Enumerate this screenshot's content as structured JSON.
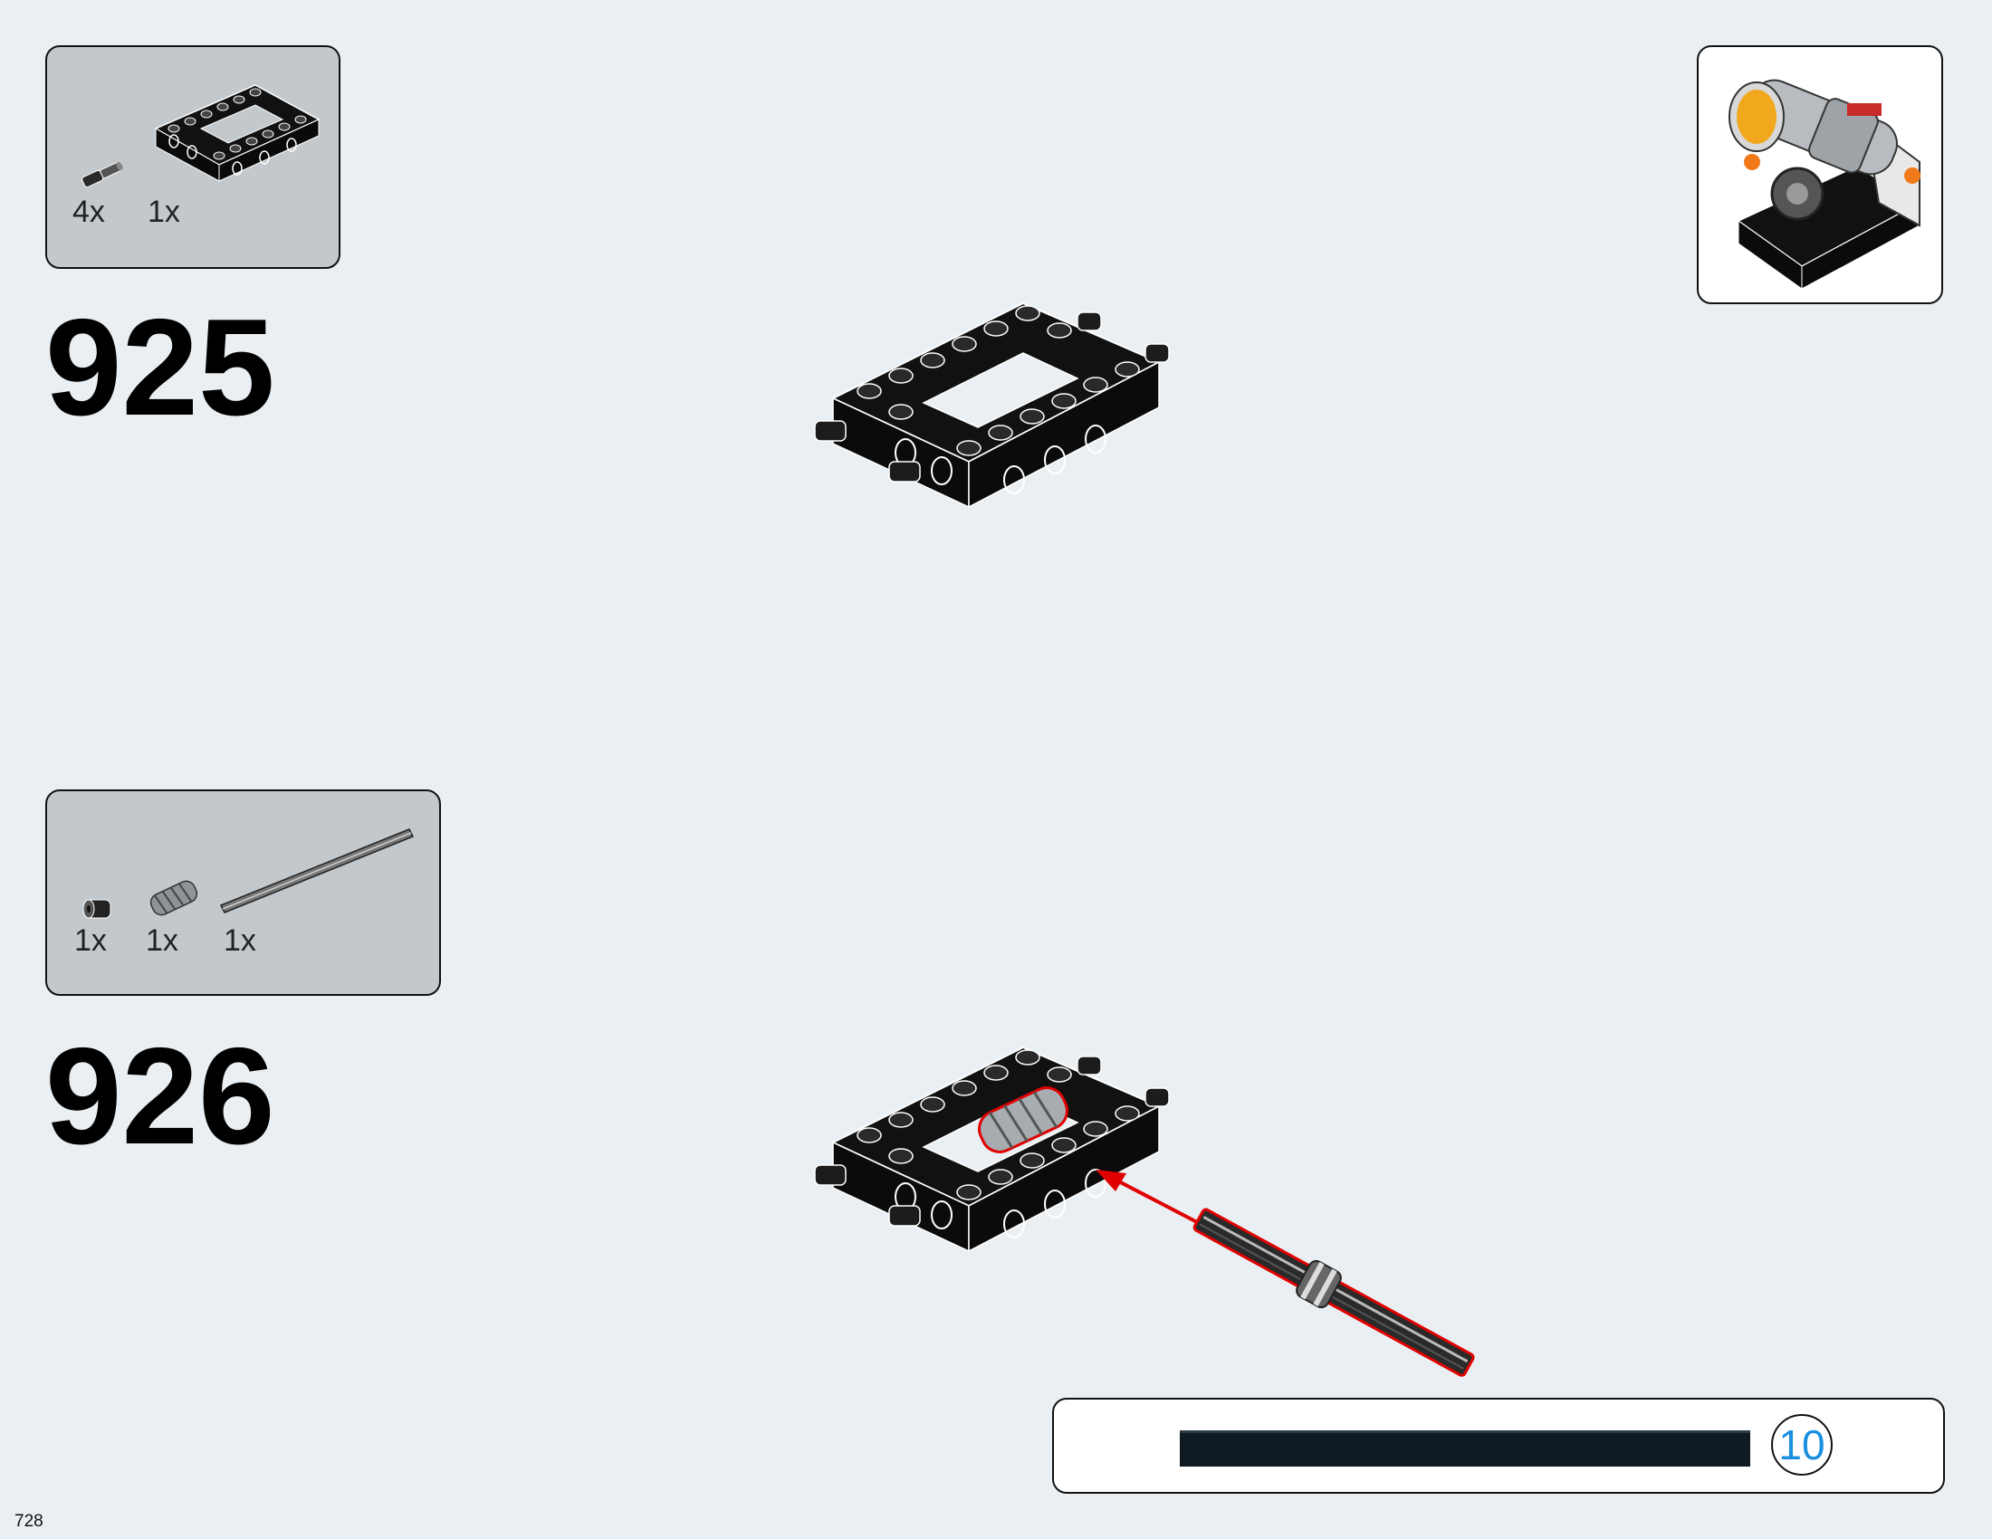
{
  "steps": [
    {
      "number": "925",
      "parts": [
        {
          "qty": "4x",
          "icon": "axle-pin-with-friction-icon"
        },
        {
          "qty": "1x",
          "icon": "frame-4x6-open-center-icon"
        }
      ]
    },
    {
      "number": "926",
      "parts": [
        {
          "qty": "1x",
          "icon": "bush-icon"
        },
        {
          "qty": "1x",
          "icon": "worm-gear-icon"
        },
        {
          "qty": "1x",
          "icon": "axle-10-icon"
        }
      ]
    }
  ],
  "axle_length_indicator": {
    "value": "10"
  },
  "page_number": "728",
  "colors": {
    "background": "#eaeff3",
    "parts_box": "#c3c8cc",
    "highlight": "#e00000",
    "length_number": "#1a8fe0"
  }
}
